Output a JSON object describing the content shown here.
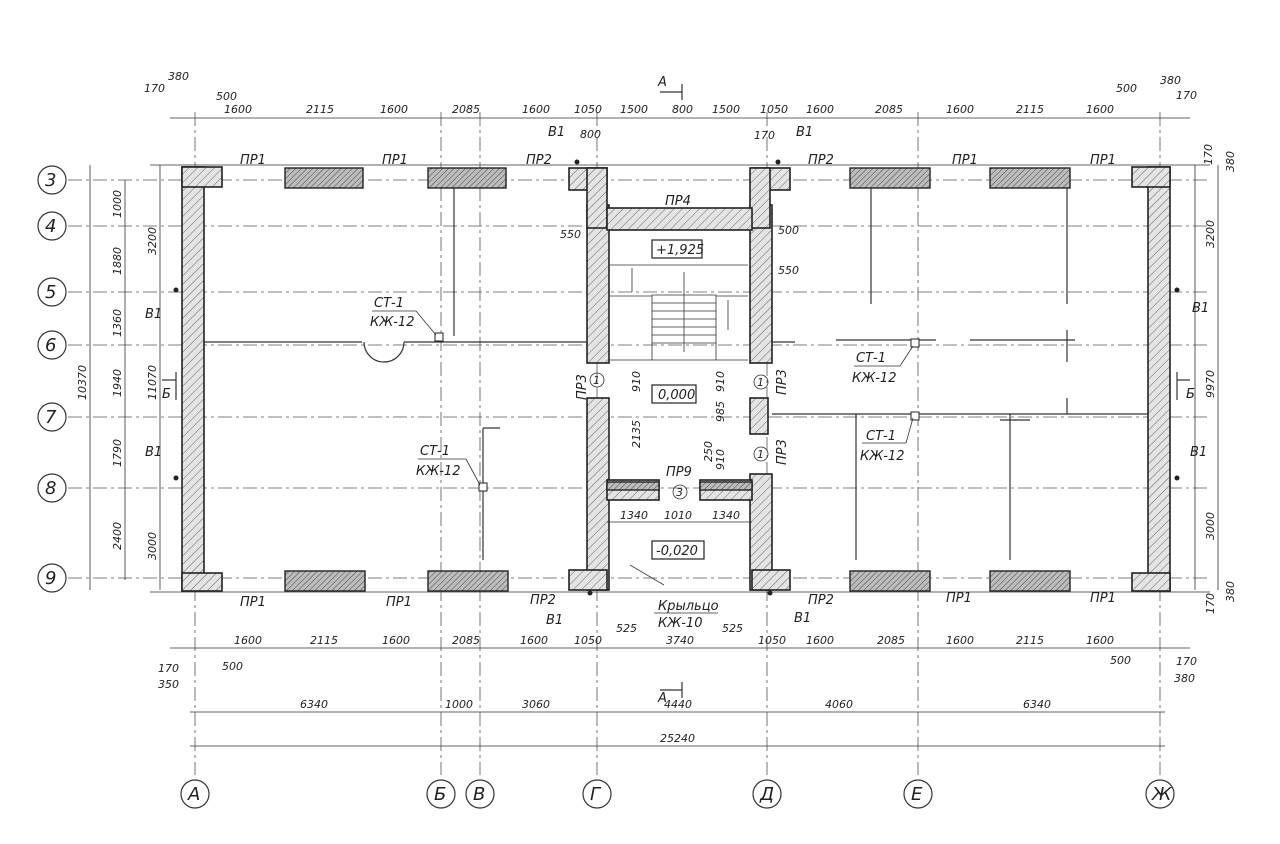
{
  "section_marks": {
    "a_top": "А",
    "a_bottom": "А",
    "b_left": "Б",
    "b_right": "Б"
  },
  "axes_rows": [
    "3",
    "4",
    "5",
    "6",
    "7",
    "8",
    "9"
  ],
  "axes_cols": [
    "А",
    "Б",
    "В",
    "Г",
    "Д",
    "Е",
    "Ж"
  ],
  "dims_top": [
    "170",
    "380",
    "500",
    "1600",
    "2115",
    "1600",
    "2085",
    "1600",
    "1050",
    "1500",
    "800",
    "1500",
    "1050",
    "1600",
    "2085",
    "1600",
    "2115",
    "1600",
    "500",
    "380",
    "170"
  ],
  "dims_top_small": {
    "w800": "800",
    "w170": "170",
    "w550a": "550",
    "w550b": "550",
    "w500": "500"
  },
  "dims_bottom": [
    "1600",
    "2115",
    "1600",
    "2085",
    "1600",
    "1050",
    "525",
    "3740",
    "525",
    "1050",
    "1600",
    "2085",
    "1600",
    "2115",
    "1600"
  ],
  "dims_bottom_edges": {
    "l170": "170",
    "l350": "350",
    "l500": "500",
    "r500": "500",
    "r170": "170",
    "r380": "380"
  },
  "dims_bays": [
    "6340",
    "1000",
    "3060",
    "4440",
    "4060",
    "6340"
  ],
  "dims_total": "25240",
  "dims_left": [
    "1000",
    "1880",
    "1360",
    "1940",
    "1790",
    "2400"
  ],
  "dims_left_total": "10370",
  "dims_left_inner": [
    "3200",
    "11070",
    "3000"
  ],
  "dims_right": [
    "170",
    "380",
    "3200",
    "9970",
    "3000",
    "380",
    "170"
  ],
  "dims_stair": [
    "910",
    "2135",
    "910",
    "985",
    "250",
    "910",
    "1340",
    "1010",
    "1340"
  ],
  "lintels": {
    "pr1": "ПР1",
    "pr2": "ПР2",
    "pr3": "ПР3",
    "pr4": "ПР4",
    "pr9": "ПР9",
    "b1": "В1"
  },
  "marks": {
    "st1": "СТ-1",
    "kzh12": "КЖ-12",
    "porch": "Крыльцо",
    "kzh10": "КЖ-10",
    "num1": "1",
    "num3": "3"
  },
  "levels": {
    "landing": "+1,925",
    "floor": "0,000",
    "porch": "-0,020"
  }
}
